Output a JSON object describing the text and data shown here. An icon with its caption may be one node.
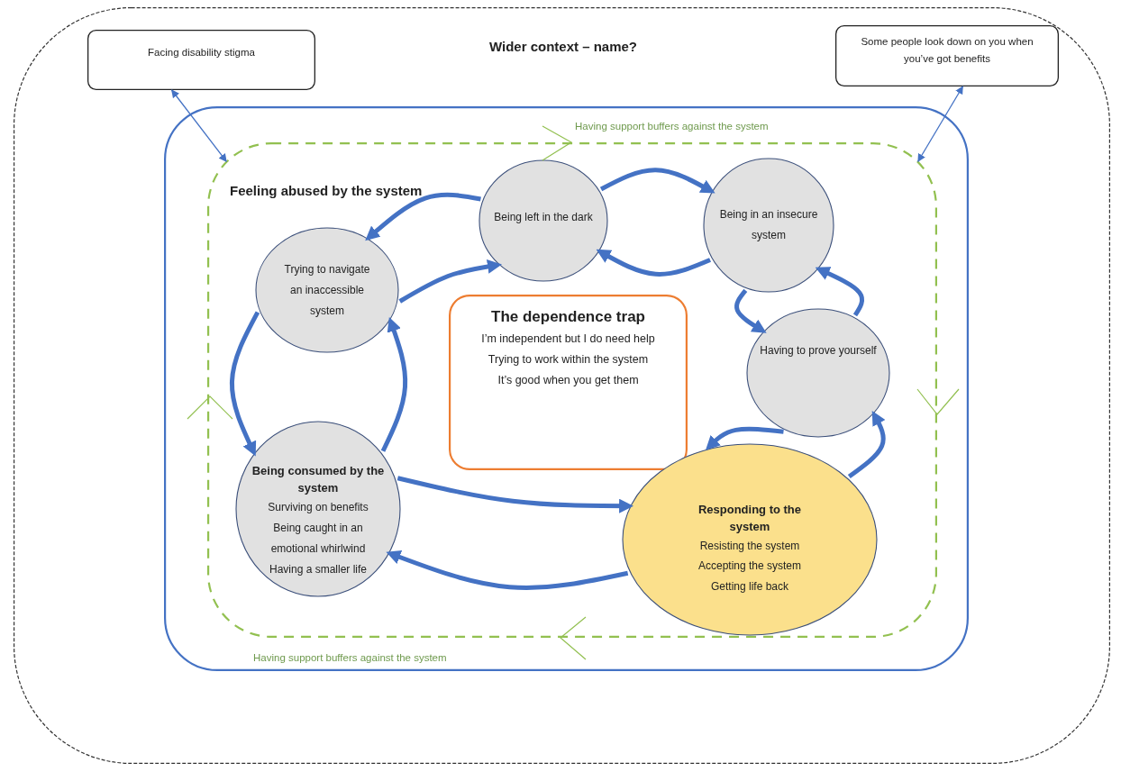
{
  "diagram": {
    "nodes": [
      {
        "text": [
          "Wider context – name?"
        ]
      },
      {
        "text": [
          "Facing disability stigma"
        ],
        "in": 0
      },
      {
        "text": [
          "Some people look down on you when you’ve got benefits"
        ],
        "in": 0
      },
      {
        "text": [
          "Having support buffers against the system",
          "Having support buffers against the system"
        ],
        "in": 0
      },
      {
        "text": [
          "Feeling abused by the system"
        ],
        "in": 3
      },
      {
        "text": [
          "Being left in the dark"
        ],
        "in": 4
      },
      {
        "text": [
          "Being in an insecure system"
        ],
        "in": 4
      },
      {
        "text": [
          "Trying to navigate an inaccessible system"
        ],
        "in": 4
      },
      {
        "text": [
          "The dependence trap",
          "I’m independent but I do need help",
          "Trying to work within the system",
          "It’s good when you get them"
        ],
        "in": 4
      },
      {
        "text": [
          "Having to prove yourself"
        ],
        "in": 4
      },
      {
        "text": [
          "Being consumed by the system",
          "Surviving on benefits",
          "Being caught in an emotional whirlwind",
          "Having a smaller life"
        ],
        "in": 4
      },
      {
        "text": [
          "Responding to the system",
          "Resisting the system",
          "Accepting the system",
          "Getting life back"
        ],
        "in": 4
      }
    ],
    "edges": [
      {
        "from": 5,
        "to": 7,
        "arrow": "to"
      },
      {
        "from": 7,
        "to": 5,
        "arrow": "to"
      },
      {
        "from": 5,
        "to": 6,
        "arrow": "to"
      },
      {
        "from": 6,
        "to": 5,
        "arrow": "to"
      },
      {
        "from": 9,
        "to": 6,
        "arrow": "to"
      },
      {
        "from": 6,
        "to": 9,
        "arrow": "to"
      },
      {
        "from": 9,
        "to": 11,
        "arrow": "to"
      },
      {
        "from": 11,
        "to": 9,
        "arrow": "to"
      },
      {
        "from": 10,
        "to": 11,
        "arrow": "to"
      },
      {
        "from": 11,
        "to": 10,
        "arrow": "to"
      },
      {
        "from": 7,
        "to": 10,
        "arrow": "to"
      },
      {
        "from": 10,
        "to": 7,
        "arrow": "to"
      },
      {
        "from": 1,
        "to": 4,
        "arrow": "both"
      },
      {
        "from": 2,
        "to": 4,
        "arrow": "both"
      }
    ]
  }
}
